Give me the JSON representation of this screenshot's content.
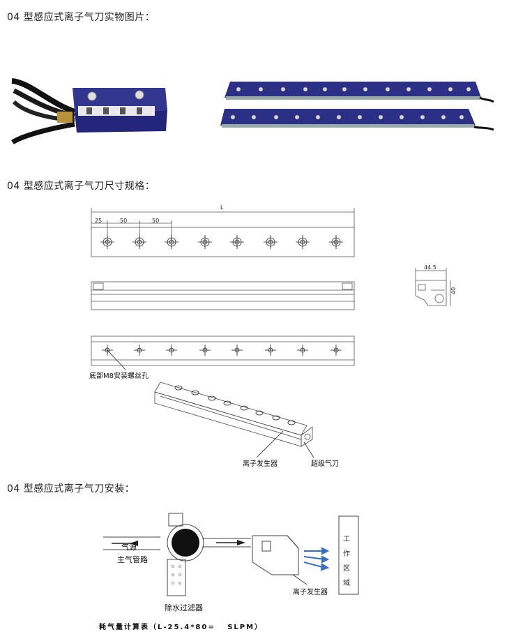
{
  "sections": {
    "photo_heading": "04 型感应式离子气刀实物图片：",
    "spec_heading": "04 型感应式离子气刀尺寸规格：",
    "install_heading": "04 型感应式离子气刀安装："
  },
  "dimensions": {
    "length": "L",
    "first_offset": "25",
    "pitch_a": "50",
    "pitch_b": "50",
    "width": "44.5",
    "height": "40",
    "bottom_hole_label": "底部M8安装螺丝孔",
    "ion_generator_label": "离子发生器",
    "air_knife_label": "超级气刀"
  },
  "install": {
    "air_source": "气源",
    "main_pipe": "主气管路",
    "filter": "除水过滤器",
    "ion_generator": "离子发生器",
    "work_area": "工作区域",
    "work_area_chars": [
      "工",
      "作",
      "区",
      "域"
    ],
    "formula": "耗气量计算表（L-25.4*80=　 SLPM）"
  },
  "colors": {
    "product_blue": "#2c2f86",
    "line": "#555555",
    "arrow_blue": "#3a6fc4"
  }
}
